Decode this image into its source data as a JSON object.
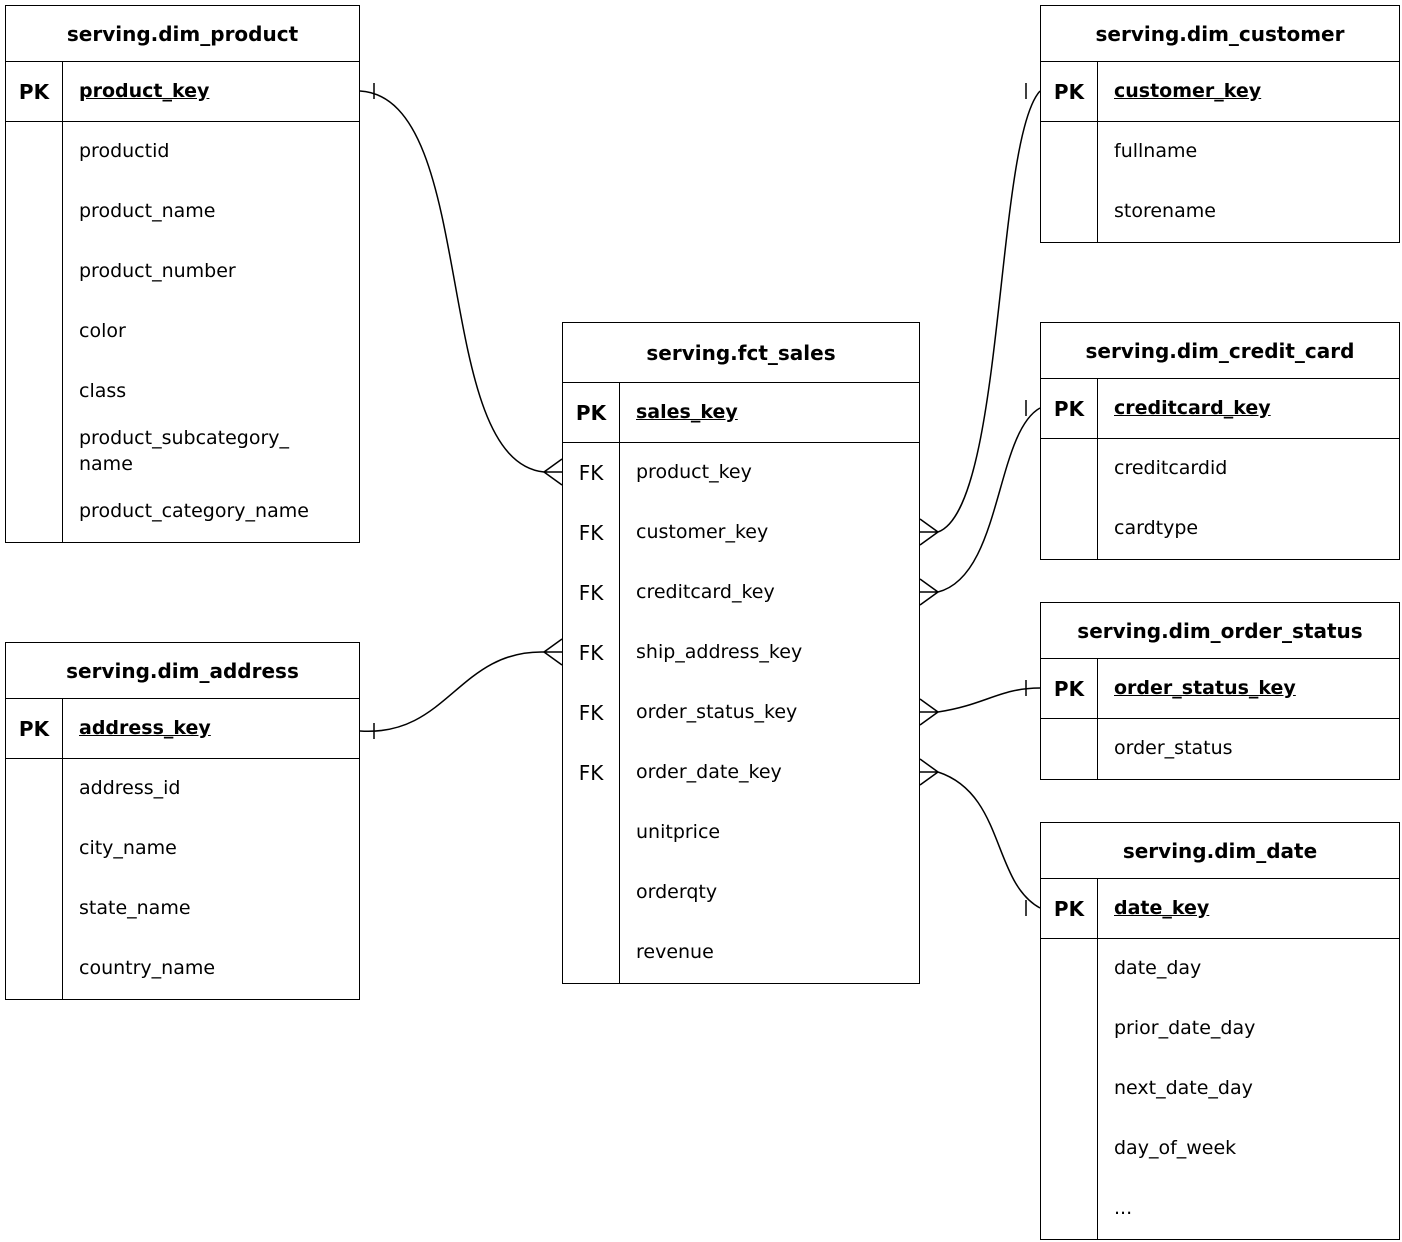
{
  "tables": {
    "dim_product": {
      "title": "serving.dim_product",
      "pk_tag": "PK",
      "pk_name": "product_key",
      "rows": [
        {
          "tag": "",
          "name": "productid"
        },
        {
          "tag": "",
          "name": "product_name"
        },
        {
          "tag": "",
          "name": "product_number"
        },
        {
          "tag": "",
          "name": "color"
        },
        {
          "tag": "",
          "name": "class"
        },
        {
          "tag": "",
          "name": "product_subcategory_\nname"
        },
        {
          "tag": "",
          "name": "product_category_name"
        }
      ]
    },
    "dim_customer": {
      "title": "serving.dim_customer",
      "pk_tag": "PK",
      "pk_name": "customer_key",
      "rows": [
        {
          "tag": "",
          "name": "fullname"
        },
        {
          "tag": "",
          "name": "storename"
        }
      ]
    },
    "fct_sales": {
      "title": "serving.fct_sales",
      "pk_tag": "PK",
      "pk_name": "sales_key",
      "rows": [
        {
          "tag": "FK",
          "name": "product_key"
        },
        {
          "tag": "FK",
          "name": "customer_key"
        },
        {
          "tag": "FK",
          "name": "creditcard_key"
        },
        {
          "tag": "FK",
          "name": "ship_address_key"
        },
        {
          "tag": "FK",
          "name": "order_status_key"
        },
        {
          "tag": "FK",
          "name": "order_date_key"
        },
        {
          "tag": "",
          "name": "unitprice"
        },
        {
          "tag": "",
          "name": "orderqty"
        },
        {
          "tag": "",
          "name": "revenue"
        }
      ]
    },
    "dim_credit_card": {
      "title": "serving.dim_credit_card",
      "pk_tag": "PK",
      "pk_name": "creditcard_key",
      "rows": [
        {
          "tag": "",
          "name": "creditcardid"
        },
        {
          "tag": "",
          "name": "cardtype"
        }
      ]
    },
    "dim_order_status": {
      "title": "serving.dim_order_status",
      "pk_tag": "PK",
      "pk_name": "order_status_key",
      "rows": [
        {
          "tag": "",
          "name": "order_status"
        }
      ]
    },
    "dim_date": {
      "title": "serving.dim_date",
      "pk_tag": "PK",
      "pk_name": "date_key",
      "rows": [
        {
          "tag": "",
          "name": "date_day"
        },
        {
          "tag": "",
          "name": "prior_date_day"
        },
        {
          "tag": "",
          "name": "next_date_day"
        },
        {
          "tag": "",
          "name": "day_of_week"
        },
        {
          "tag": "",
          "name": "..."
        }
      ]
    },
    "dim_address": {
      "title": "serving.dim_address",
      "pk_tag": "PK",
      "pk_name": "address_key",
      "rows": [
        {
          "tag": "",
          "name": "address_id"
        },
        {
          "tag": "",
          "name": "city_name"
        },
        {
          "tag": "",
          "name": "state_name"
        },
        {
          "tag": "",
          "name": "country_name"
        }
      ]
    }
  },
  "relationships": [
    {
      "one": "serving.dim_product.product_key",
      "many": "serving.fct_sales.product_key",
      "cardinality": "one-to-many"
    },
    {
      "one": "serving.dim_customer.customer_key",
      "many": "serving.fct_sales.customer_key",
      "cardinality": "one-to-many"
    },
    {
      "one": "serving.dim_credit_card.creditcard_key",
      "many": "serving.fct_sales.creditcard_key",
      "cardinality": "one-to-many"
    },
    {
      "one": "serving.dim_address.address_key",
      "many": "serving.fct_sales.ship_address_key",
      "cardinality": "one-to-many"
    },
    {
      "one": "serving.dim_order_status.order_status_key",
      "many": "serving.fct_sales.order_status_key",
      "cardinality": "one-to-many"
    },
    {
      "one": "serving.dim_date.date_key",
      "many": "serving.fct_sales.order_date_key",
      "cardinality": "one-to-many"
    }
  ],
  "colors": {
    "line": "#000000",
    "background": "#ffffff",
    "text": "#000000"
  }
}
